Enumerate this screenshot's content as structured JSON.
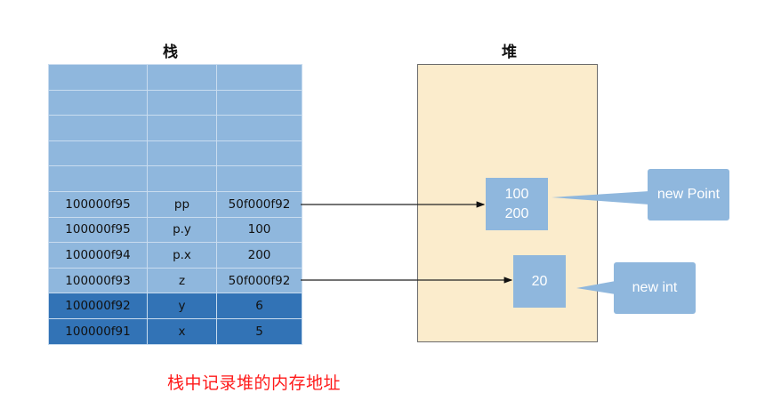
{
  "stack": {
    "title": "栈",
    "rows": [
      {
        "address": "",
        "name": "",
        "value": "",
        "shade": "light"
      },
      {
        "address": "",
        "name": "",
        "value": "",
        "shade": "light"
      },
      {
        "address": "",
        "name": "",
        "value": "",
        "shade": "light"
      },
      {
        "address": "",
        "name": "",
        "value": "",
        "shade": "light"
      },
      {
        "address": "",
        "name": "",
        "value": "",
        "shade": "light"
      },
      {
        "address": "100000f95",
        "name": "pp",
        "value": "50f000f92",
        "shade": "light"
      },
      {
        "address": "100000f95",
        "name": "p.y",
        "value": "100",
        "shade": "light"
      },
      {
        "address": "100000f94",
        "name": "p.x",
        "value": "200",
        "shade": "light"
      },
      {
        "address": "100000f93",
        "name": "z",
        "value": "50f000f92",
        "shade": "light"
      },
      {
        "address": "100000f92",
        "name": "y",
        "value": "6",
        "shade": "dark"
      },
      {
        "address": "100000f91",
        "name": "x",
        "value": "5",
        "shade": "dark"
      }
    ]
  },
  "heap": {
    "title": "堆",
    "objects": [
      {
        "id": "point",
        "lines": [
          "100",
          "200"
        ],
        "label": "new Point"
      },
      {
        "id": "int",
        "lines": [
          "20"
        ],
        "label": "new int"
      }
    ]
  },
  "arrows": [
    {
      "from_row": 5,
      "to": "point"
    },
    {
      "from_row": 8,
      "to": "int"
    }
  ],
  "caption": "栈中记录堆的内存地址",
  "colors": {
    "stack_light": "#8fb7dd",
    "stack_dark": "#3273b6",
    "heap_bg": "#fbeccc",
    "object": "#8fb7dd",
    "caption": "#ff1a1a"
  }
}
